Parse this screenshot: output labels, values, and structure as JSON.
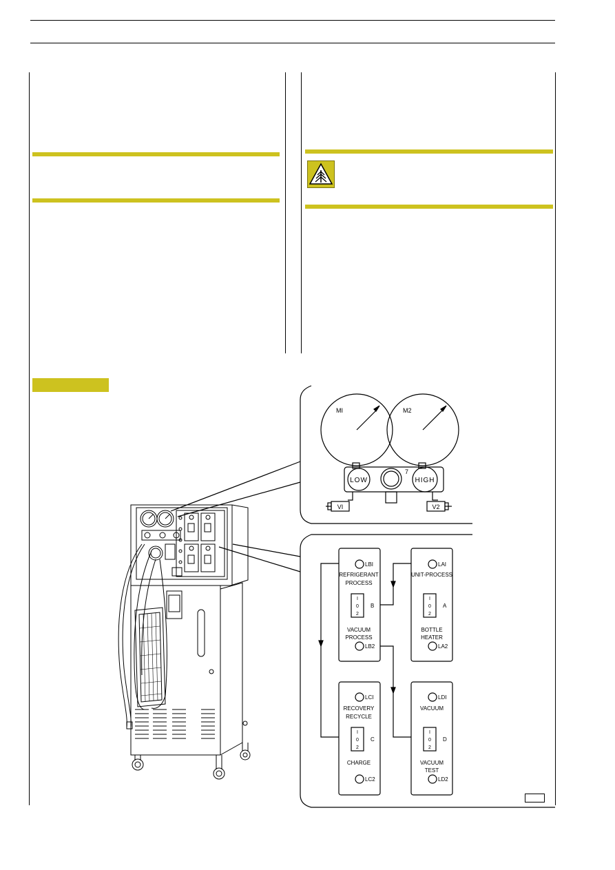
{
  "figure": {
    "gauges": {
      "left": "MI",
      "right": "M2",
      "center_number": "7"
    },
    "manifold": {
      "low_label": "LOW",
      "high_label": "HIGH",
      "valve_left": "VI",
      "valve_right": "V2"
    },
    "switch_positions": [
      "I",
      "0",
      "2"
    ],
    "panels": {
      "b": {
        "top_led": "LBI",
        "top_text": [
          "REFRIGERANT",
          "PROCESS"
        ],
        "switch_letter": "B",
        "bottom_text": [
          "VACUUM",
          "PROCESS"
        ],
        "bottom_led": "LB2"
      },
      "a": {
        "top_led": "LAI",
        "top_text": [
          "UNIT-PROCESS"
        ],
        "switch_letter": "A",
        "bottom_text": [
          "BOTTLE",
          "HEATER"
        ],
        "bottom_led": "LA2"
      },
      "c": {
        "top_led": "LCI",
        "top_text": [
          "RECOVERY",
          "RECYCLE"
        ],
        "switch_letter": "C",
        "bottom_text": [
          "CHARGE"
        ],
        "bottom_led": "LC2"
      },
      "d": {
        "top_led": "LDI",
        "top_text": [
          "VACUUM"
        ],
        "switch_letter": "D",
        "bottom_text": [
          "VACUUM",
          "TEST"
        ],
        "bottom_led": "LD2"
      }
    }
  }
}
